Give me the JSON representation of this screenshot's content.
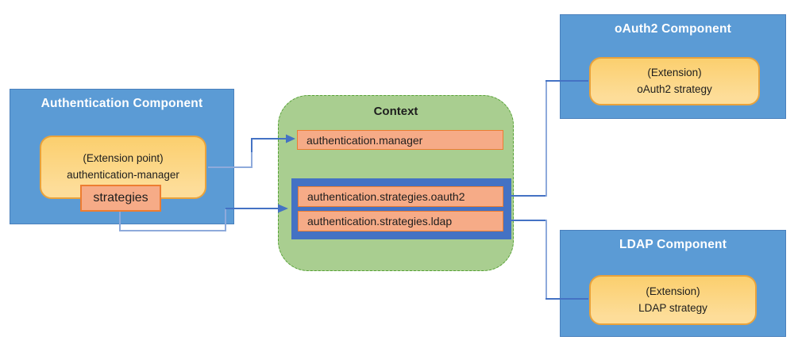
{
  "colors": {
    "component_fill": "#5B9BD5",
    "component_border": "#4A80BC",
    "component_title": "#FFFFFF",
    "yellow_fill_top": "#FBCF6E",
    "yellow_fill_bottom": "#FDDD99",
    "yellow_border": "#E9A23B",
    "orange_fill": "#F6AB87",
    "orange_border": "#ED7D31",
    "green_fill": "#A9CE90",
    "green_border": "#55A135",
    "group_fill": "#4472C4",
    "connector_dark": "#4472C4",
    "connector_light": "#8EAADB",
    "text_dark": "#1E1E1E"
  },
  "diagram": {
    "auth_component": {
      "title": "Authentication Component",
      "extension_point": {
        "line1": "(Extension point)",
        "line2": "authentication-manager"
      },
      "strategies_label": "strategies"
    },
    "context": {
      "title": "Context",
      "manager_entry": "authentication.manager",
      "strategy_entries": [
        "authentication.strategies.oauth2",
        "authentication.strategies.ldap"
      ]
    },
    "oauth2_component": {
      "title": "oAuth2 Component",
      "extension": {
        "line1": "(Extension)",
        "line2": "oAuth2 strategy"
      }
    },
    "ldap_component": {
      "title": "LDAP Component",
      "extension": {
        "line1": "(Extension)",
        "line2": "LDAP strategy"
      }
    }
  }
}
